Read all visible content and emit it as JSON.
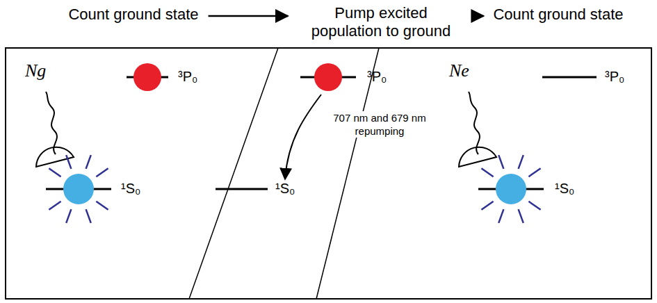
{
  "diagram": {
    "nodes": [
      {
        "text": [
          "Count ground state"
        ]
      },
      {
        "text": [
          "Pump excited population to ground"
        ]
      },
      {
        "text": [
          "Count ground state"
        ]
      }
    ],
    "edges": [
      {
        "from": 0,
        "to": 1,
        "arrow": "to"
      },
      {
        "from": 1,
        "to": 2,
        "arrow": "to"
      }
    ],
    "labels": [
      "Ng",
      "³P₀",
      "¹S₀",
      "³P₀",
      "707 nm and 679 nm repumping",
      "¹S₀",
      "Ne",
      "³P₀",
      "¹S₀"
    ]
  }
}
